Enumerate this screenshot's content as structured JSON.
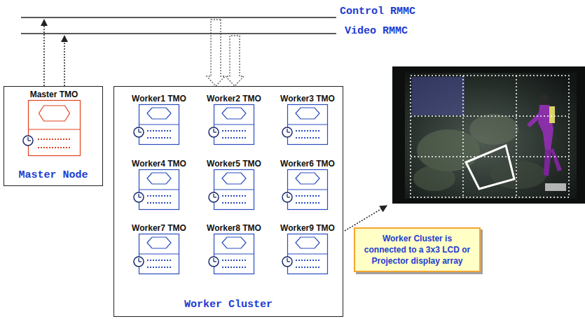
{
  "diagram": {
    "nodes": [
      {
        "text": [
          "Control RMMC"
        ]
      },
      {
        "text": [
          "Video RMMC"
        ]
      },
      {
        "text": [
          "Master Node"
        ]
      },
      {
        "text": [
          "Master TMO"
        ],
        "in": 2
      },
      {
        "text": [
          "Worker Cluster"
        ]
      },
      {
        "text": [
          "Worker1 TMO"
        ],
        "in": 4
      },
      {
        "text": [
          "Worker2 TMO"
        ],
        "in": 4
      },
      {
        "text": [
          "Worker3 TMO"
        ],
        "in": 4
      },
      {
        "text": [
          "Worker4 TMO"
        ],
        "in": 4
      },
      {
        "text": [
          "Worker5 TMO"
        ],
        "in": 4
      },
      {
        "text": [
          "Worker6 TMO"
        ],
        "in": 4
      },
      {
        "text": [
          "Worker7 TMO"
        ],
        "in": 4
      },
      {
        "text": [
          "Worker8 TMO"
        ],
        "in": 4
      },
      {
        "text": [
          "Worker9 TMO"
        ],
        "in": 4
      },
      {
        "text": [
          "Worker Cluster is connected to a 3x3 LCD or Projector display array"
        ]
      }
    ],
    "edges": [
      {
        "from": 2,
        "to": 0,
        "arrow": "to"
      },
      {
        "from": 2,
        "to": 1,
        "arrow": "to"
      },
      {
        "from": 0,
        "to": 4,
        "arrow": "to"
      },
      {
        "from": 1,
        "to": 4,
        "arrow": "to"
      }
    ]
  }
}
